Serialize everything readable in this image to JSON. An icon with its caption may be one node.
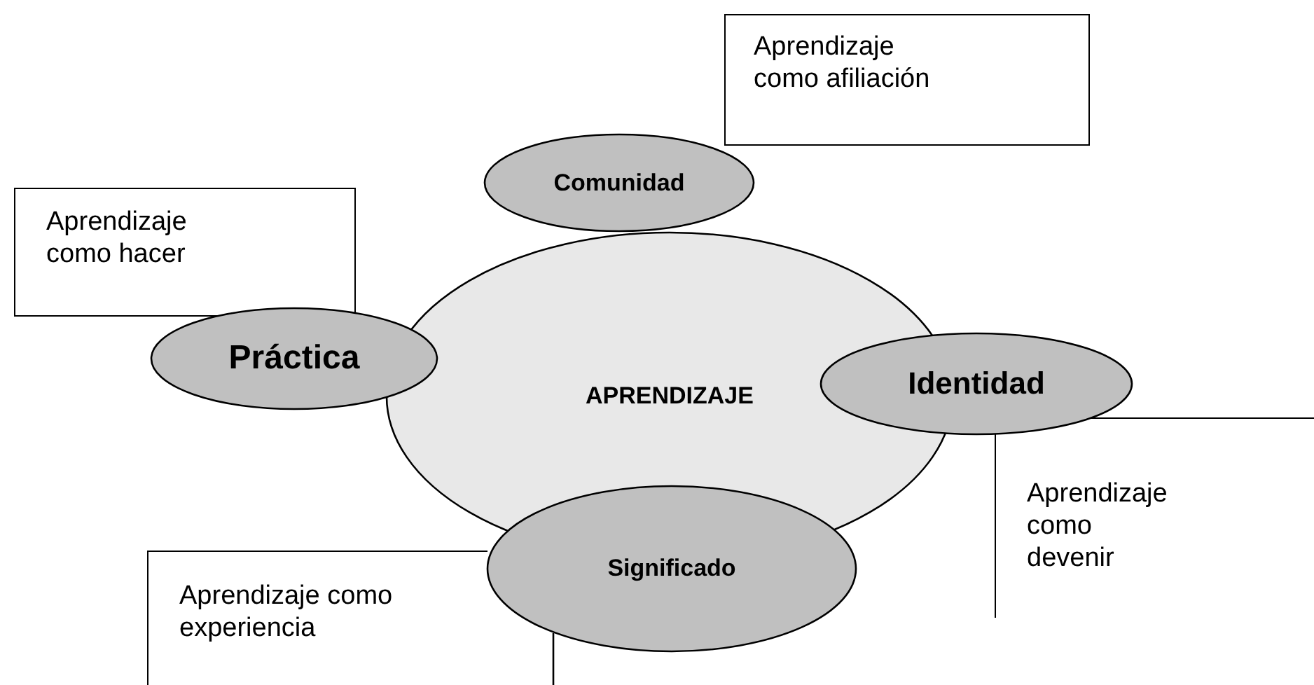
{
  "diagram": {
    "nodes": [
      {
        "text": [
          "Aprendizaje como afiliación"
        ]
      },
      {
        "text": [
          "Comunidad"
        ]
      },
      {
        "text": [
          "Aprendizaje como hacer"
        ]
      },
      {
        "text": [
          "Práctica"
        ]
      },
      {
        "text": [
          "APRENDIZAJE"
        ]
      },
      {
        "text": [
          "Identidad"
        ]
      },
      {
        "text": [
          "Aprendizaje como devenir"
        ]
      },
      {
        "text": [
          "Significado"
        ]
      },
      {
        "text": [
          "Aprendizaje como experiencia"
        ]
      }
    ]
  }
}
